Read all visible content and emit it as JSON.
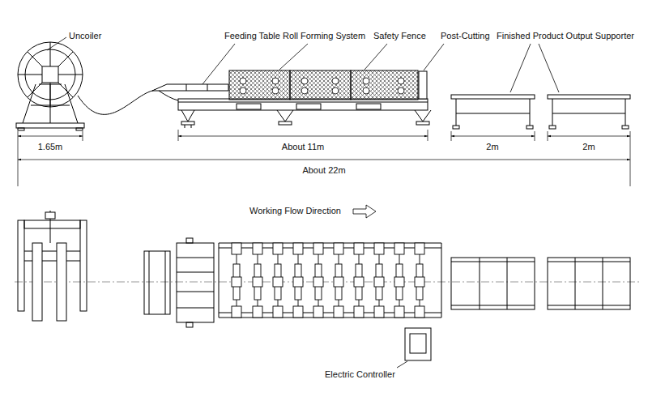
{
  "diagram": {
    "labels": [
      "Uncoiler",
      "Feeding Table",
      "Roll Forming System",
      "Safety Fence",
      "Post-Cutting",
      "Finished Product Output Supporter",
      "1.65m",
      "About 11m",
      "2m",
      "2m",
      "About 22m",
      "Working Flow Direction",
      "Electric Controller"
    ]
  }
}
